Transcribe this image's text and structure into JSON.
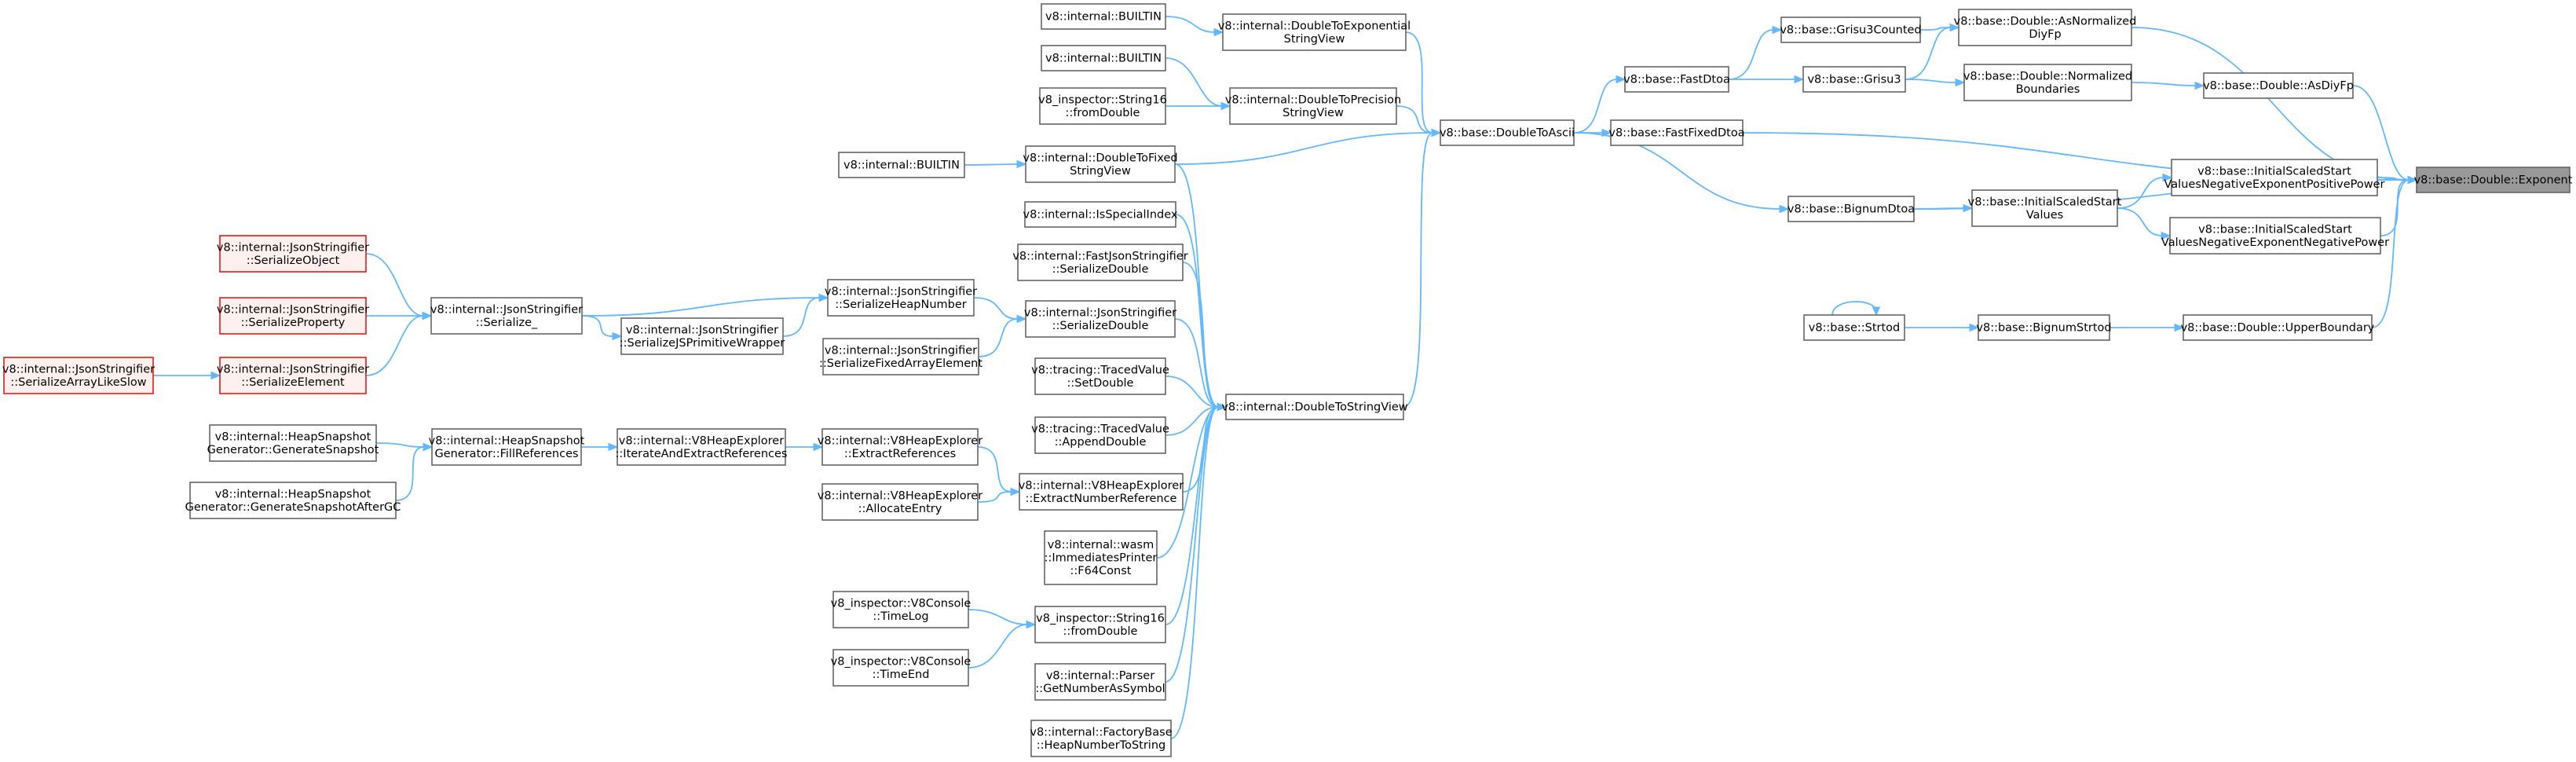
{
  "graph": {
    "nodes": [
      {
        "id": "exponent",
        "lines": [
          "v8::base::Double::Exponent"
        ],
        "focus": true
      },
      {
        "id": "asnorm",
        "lines": [
          "v8::base::Double::AsNormalized",
          "DiyFp"
        ]
      },
      {
        "id": "asdiyfp",
        "lines": [
          "v8::base::Double::AsDiyFp"
        ]
      },
      {
        "id": "fixeddtoa",
        "lines": [
          "v8::base::FastFixedDtoa"
        ]
      },
      {
        "id": "isspos",
        "lines": [
          "v8::base::InitialScaledStart",
          "ValuesNegativeExponentPositivePower"
        ]
      },
      {
        "id": "bignumdtoa",
        "lines": [
          "v8::base::BignumDtoa"
        ]
      },
      {
        "id": "issneg",
        "lines": [
          "v8::base::InitialScaledStart",
          "ValuesNegativeExponentNegativePower"
        ]
      },
      {
        "id": "upperb",
        "lines": [
          "v8::base::Double::UpperBoundary"
        ]
      },
      {
        "id": "grisu3c",
        "lines": [
          "v8::base::Grisu3Counted"
        ]
      },
      {
        "id": "normb",
        "lines": [
          "v8::base::Double::Normalized",
          "Boundaries"
        ]
      },
      {
        "id": "grisu3",
        "lines": [
          "v8::base::Grisu3"
        ]
      },
      {
        "id": "fastdtoa",
        "lines": [
          "v8::base::FastDtoa"
        ]
      },
      {
        "id": "doubletoascii",
        "lines": [
          "v8::base::DoubleToAscii"
        ]
      },
      {
        "id": "iss",
        "lines": [
          "v8::base::InitialScaledStart",
          "Values"
        ]
      },
      {
        "id": "bignumstrtod",
        "lines": [
          "v8::base::BignumStrtod"
        ]
      },
      {
        "id": "strtod",
        "lines": [
          "v8::base::Strtod"
        ]
      },
      {
        "id": "dtoexp",
        "lines": [
          "v8::internal::DoubleToExponential",
          "StringView"
        ]
      },
      {
        "id": "dtoprec",
        "lines": [
          "v8::internal::DoubleToPrecision",
          "StringView"
        ]
      },
      {
        "id": "dtofixed",
        "lines": [
          "v8::internal::DoubleToFixed",
          "StringView"
        ]
      },
      {
        "id": "dtostrview",
        "lines": [
          "v8::internal::DoubleToStringView"
        ]
      },
      {
        "id": "builtin1",
        "lines": [
          "v8::internal::BUILTIN"
        ]
      },
      {
        "id": "builtin2",
        "lines": [
          "v8::internal::BUILTIN"
        ]
      },
      {
        "id": "fromdouble1",
        "lines": [
          "v8_inspector::String16",
          "::fromDouble"
        ]
      },
      {
        "id": "builtin3",
        "lines": [
          "v8::internal::BUILTIN"
        ]
      },
      {
        "id": "isspecial",
        "lines": [
          "v8::internal::IsSpecialIndex"
        ]
      },
      {
        "id": "fastjson",
        "lines": [
          "v8::internal::FastJsonStringifier",
          "::SerializeDouble"
        ]
      },
      {
        "id": "jsonserdouble",
        "lines": [
          "v8::internal::JsonStringifier",
          "::SerializeDouble"
        ]
      },
      {
        "id": "setdouble",
        "lines": [
          "v8::tracing::TracedValue",
          "::SetDouble"
        ]
      },
      {
        "id": "appenddouble",
        "lines": [
          "v8::tracing::TracedValue",
          "::AppendDouble"
        ]
      },
      {
        "id": "extractnum",
        "lines": [
          "v8::internal::V8HeapExplorer",
          "::ExtractNumberReference"
        ]
      },
      {
        "id": "f64const",
        "lines": [
          "v8::internal::wasm",
          "::ImmediatesPrinter",
          "::F64Const"
        ]
      },
      {
        "id": "fromdouble2",
        "lines": [
          "v8_inspector::String16",
          "::fromDouble"
        ]
      },
      {
        "id": "getnumsym",
        "lines": [
          "v8::internal::Parser",
          "::GetNumberAsSymbol"
        ]
      },
      {
        "id": "heapnumtostr",
        "lines": [
          "v8::internal::FactoryBase",
          "::HeapNumberToString"
        ]
      },
      {
        "id": "serheapnum",
        "lines": [
          "v8::internal::JsonStringifier",
          "::SerializeHeapNumber"
        ]
      },
      {
        "id": "serfixedarr",
        "lines": [
          "v8::internal::JsonStringifier",
          "::SerializeFixedArrayElement"
        ]
      },
      {
        "id": "extractrefs",
        "lines": [
          "v8::internal::V8HeapExplorer",
          "::ExtractReferences"
        ]
      },
      {
        "id": "allocentry",
        "lines": [
          "v8::internal::V8HeapExplorer",
          "::AllocateEntry"
        ]
      },
      {
        "id": "timelog",
        "lines": [
          "v8_inspector::V8Console",
          "::TimeLog"
        ]
      },
      {
        "id": "timeend",
        "lines": [
          "v8_inspector::V8Console",
          "::TimeEnd"
        ]
      },
      {
        "id": "serjsprim",
        "lines": [
          "v8::internal::JsonStringifier",
          "::SerializeJSPrimitiveWrapper"
        ]
      },
      {
        "id": "iterextract",
        "lines": [
          "v8::internal::V8HeapExplorer",
          "::IterateAndExtractReferences"
        ]
      },
      {
        "id": "serialize_",
        "lines": [
          "v8::internal::JsonStringifier",
          "::Serialize_"
        ]
      },
      {
        "id": "fillrefs",
        "lines": [
          "v8::internal::HeapSnapshot",
          "Generator::FillReferences"
        ]
      },
      {
        "id": "serobject",
        "lines": [
          "v8::internal::JsonStringifier",
          "::SerializeObject"
        ],
        "red": true
      },
      {
        "id": "serprop",
        "lines": [
          "v8::internal::JsonStringifier",
          "::SerializeProperty"
        ],
        "red": true
      },
      {
        "id": "serelem",
        "lines": [
          "v8::internal::JsonStringifier",
          "::SerializeElement"
        ],
        "red": true
      },
      {
        "id": "serarrslow",
        "lines": [
          "v8::internal::JsonStringifier",
          "::SerializeArrayLikeSlow"
        ],
        "red": true
      },
      {
        "id": "gensnap",
        "lines": [
          "v8::internal::HeapSnapshot",
          "Generator::GenerateSnapshot"
        ]
      },
      {
        "id": "gensnapgc",
        "lines": [
          "v8::internal::HeapSnapshot",
          "Generator::GenerateSnapshotAfterGC"
        ]
      }
    ],
    "edges": [
      [
        "asnorm",
        "exponent"
      ],
      [
        "asdiyfp",
        "exponent"
      ],
      [
        "fixeddtoa",
        "exponent"
      ],
      [
        "isspos",
        "exponent"
      ],
      [
        "bignumdtoa",
        "exponent"
      ],
      [
        "issneg",
        "exponent"
      ],
      [
        "upperb",
        "exponent"
      ],
      [
        "grisu3c",
        "asnorm"
      ],
      [
        "grisu3",
        "asnorm"
      ],
      [
        "normb",
        "asdiyfp"
      ],
      [
        "fastdtoa",
        "grisu3c"
      ],
      [
        "fastdtoa",
        "grisu3"
      ],
      [
        "grisu3",
        "normb"
      ],
      [
        "doubletoascii",
        "fastdtoa"
      ],
      [
        "doubletoascii",
        "fixeddtoa"
      ],
      [
        "doubletoascii",
        "bignumdtoa"
      ],
      [
        "iss",
        "isspos"
      ],
      [
        "iss",
        "issneg"
      ],
      [
        "bignumdtoa",
        "iss"
      ],
      [
        "bignumstrtod",
        "upperb"
      ],
      [
        "strtod",
        "bignumstrtod"
      ],
      [
        "strtod",
        "strtod"
      ],
      [
        "dtoexp",
        "doubletoascii"
      ],
      [
        "dtoprec",
        "doubletoascii"
      ],
      [
        "dtofixed",
        "doubletoascii"
      ],
      [
        "dtostrview",
        "doubletoascii"
      ],
      [
        "builtin1",
        "dtoexp"
      ],
      [
        "builtin2",
        "dtoprec"
      ],
      [
        "fromdouble1",
        "dtoprec"
      ],
      [
        "builtin3",
        "dtofixed"
      ],
      [
        "dtofixed",
        "dtostrview"
      ],
      [
        "isspecial",
        "dtostrview"
      ],
      [
        "fastjson",
        "dtostrview"
      ],
      [
        "jsonserdouble",
        "dtostrview"
      ],
      [
        "setdouble",
        "dtostrview"
      ],
      [
        "appenddouble",
        "dtostrview"
      ],
      [
        "extractnum",
        "dtostrview"
      ],
      [
        "f64const",
        "dtostrview"
      ],
      [
        "fromdouble2",
        "dtostrview"
      ],
      [
        "getnumsym",
        "dtostrview"
      ],
      [
        "heapnumtostr",
        "dtostrview"
      ],
      [
        "serheapnum",
        "jsonserdouble"
      ],
      [
        "serfixedarr",
        "jsonserdouble"
      ],
      [
        "extractrefs",
        "extractnum"
      ],
      [
        "allocentry",
        "extractnum"
      ],
      [
        "timelog",
        "fromdouble2"
      ],
      [
        "timeend",
        "fromdouble2"
      ],
      [
        "serjsprim",
        "serheapnum"
      ],
      [
        "serialize_",
        "serheapnum"
      ],
      [
        "serialize_",
        "serjsprim"
      ],
      [
        "iterextract",
        "extractrefs"
      ],
      [
        "fillrefs",
        "iterextract"
      ],
      [
        "serobject",
        "serialize_"
      ],
      [
        "serprop",
        "serialize_"
      ],
      [
        "serelem",
        "serialize_"
      ],
      [
        "serarrslow",
        "serelem"
      ],
      [
        "gensnap",
        "fillrefs"
      ],
      [
        "gensnapgc",
        "fillrefs"
      ]
    ]
  }
}
